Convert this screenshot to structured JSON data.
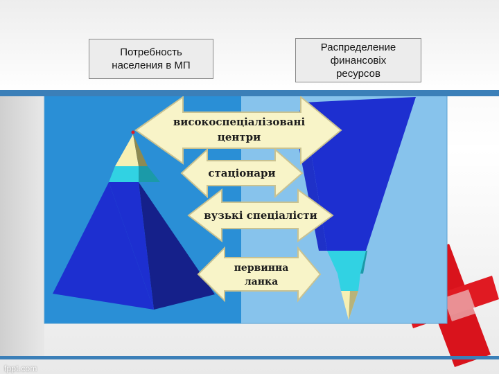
{
  "labels": {
    "left_box": "Потребность\nнаселения в МП",
    "right_box": "Распределение\nфинансовіх\nресурсов"
  },
  "arrows": [
    {
      "line1": "високоспеціалізовані",
      "line2": "центри"
    },
    {
      "line1": "стаціонари",
      "line2": ""
    },
    {
      "line1": "вузькі спеціалісти",
      "line2": ""
    },
    {
      "line1": "первинна",
      "line2": "ланка"
    }
  ],
  "footer": "fppt.com",
  "colors": {
    "accent_bar": "#3b7fb8",
    "panel_left": "#2a8fd6",
    "panel_right": "#87c3ec",
    "pyramid_blue": "#1d2fd0",
    "pyramid_dark": "#15208a",
    "pyramid_cyan": "#31d2e3",
    "pyramid_cream": "#f6f0b4",
    "arrow_fill": "#f8f4c8",
    "cross_red": "#d9131c"
  }
}
